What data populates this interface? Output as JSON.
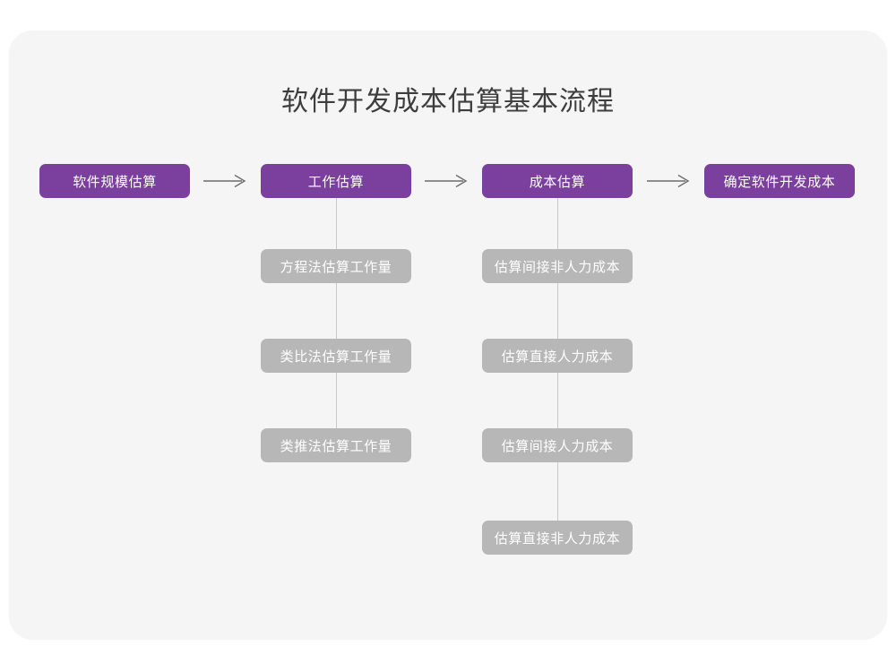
{
  "card": {
    "background_color": "#f5f5f5",
    "page_background_color": "#ffffff"
  },
  "title": "软件开发成本估算基本流程",
  "colors": {
    "primary": "#7b3f9d",
    "secondary": "#b7b7b7",
    "connector": "#c9c9c9",
    "title_text": "#3d3d3d",
    "node_text": "#ffffff"
  },
  "diagram": {
    "type": "flowchart",
    "orientation": "horizontal-with-vertical-branches",
    "main_flow": [
      {
        "label": "软件规模估算",
        "kind": "primary"
      },
      {
        "label": "工作估算",
        "kind": "primary"
      },
      {
        "label": "成本估算",
        "kind": "primary"
      },
      {
        "label": "确定软件开发成本",
        "kind": "primary"
      }
    ],
    "arrows": [
      {
        "name": "arrow-1",
        "from": "软件规模估算",
        "to": "工作估算",
        "glyph": "→"
      },
      {
        "name": "arrow-2",
        "from": "工作估算",
        "to": "成本估算",
        "glyph": "→"
      },
      {
        "name": "arrow-3",
        "from": "成本估算",
        "to": "确定软件开发成本",
        "glyph": "→"
      }
    ],
    "branches": [
      {
        "parent": "工作估算",
        "children": [
          "方程法估算工作量",
          "类比法估算工作量",
          "类推法估算工作量"
        ]
      },
      {
        "parent": "成本估算",
        "children": [
          "估算间接非人力成本",
          "估算直接人力成本",
          "估算间接人力成本",
          "估算直接非人力成本"
        ]
      }
    ]
  }
}
